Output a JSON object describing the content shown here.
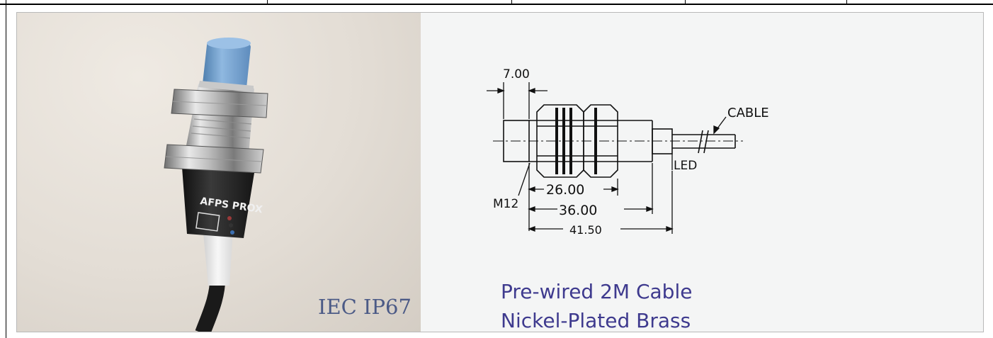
{
  "photo": {
    "label": "IEC IP67",
    "body_marking": "AFPS PROX"
  },
  "drawing": {
    "dim_top": "7.00",
    "dim_26": "26.00",
    "dim_36": "36.00",
    "dim_4150": "41.50",
    "thread": "M12",
    "cable": "CABLE",
    "led": "LED"
  },
  "caption": {
    "line1": "Pre-wired 2M Cable",
    "line2": "Nickel-Plated Brass"
  },
  "colors": {
    "caption": "#3e3a8e",
    "photo_label": "#4b5a86",
    "sensor_cap": "#7aa7d6"
  }
}
